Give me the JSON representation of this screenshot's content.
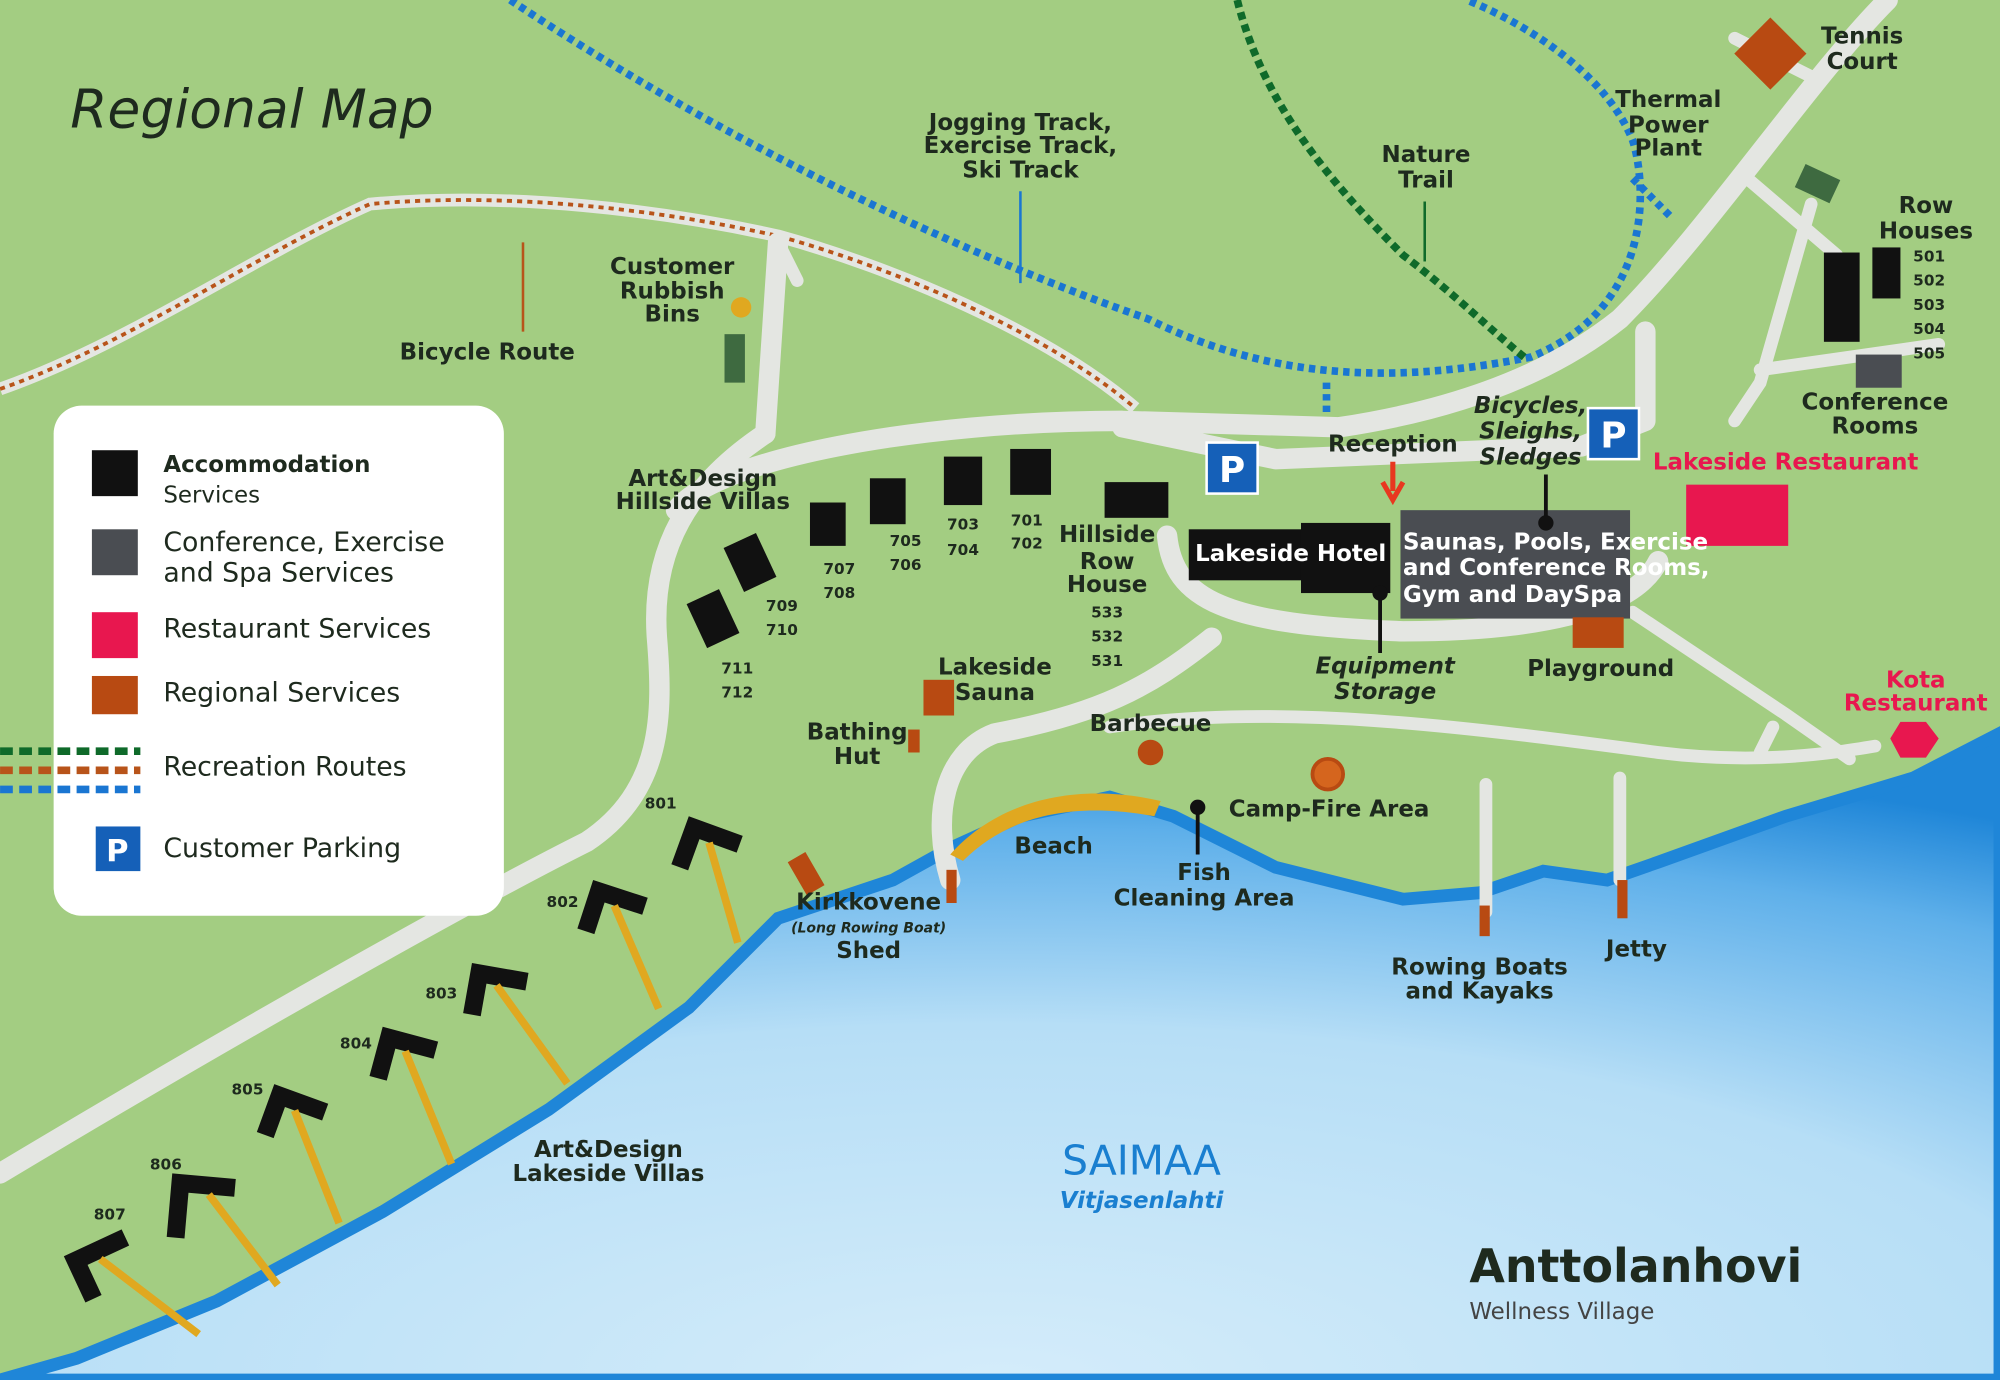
{
  "title": "Regional Map",
  "colors": {
    "grass": "#a3cd82",
    "lake": "#3c9ae0",
    "road": "#e4e6e2",
    "accommodation": "#111111",
    "conference": "#4a4d52",
    "restaurant": "#e8174f",
    "regional": "#b84a12",
    "parking": "#1560b8"
  },
  "labels": {
    "jogging": [
      "Jogging Track,",
      "Exercise Track,",
      "Ski Track"
    ],
    "nature": [
      "Nature",
      "Trail"
    ],
    "thermal": [
      "Thermal",
      "Power",
      "Plant"
    ],
    "tennis": [
      "Tennis",
      "Court"
    ],
    "row_houses": [
      "Row",
      "Houses"
    ],
    "row_numbers": [
      "501",
      "502",
      "503",
      "504",
      "505"
    ],
    "conference_rooms": [
      "Conference",
      "Rooms"
    ],
    "lakeside_restaurant": "Lakeside Restaurant",
    "rubbish": [
      "Customer",
      "Rubbish",
      "Bins"
    ],
    "bicycle_route": "Bicycle Route",
    "hillside_villas": [
      "Art&Design",
      "Hillside Villas"
    ],
    "hillside_row": [
      "Hillside",
      "Row",
      "House"
    ],
    "hillside_numbers": [
      "533",
      "532",
      "531"
    ],
    "reception": "Reception",
    "bicycles": [
      "Bicycles,",
      "Sleighs,",
      "Sledges"
    ],
    "hotel": "Lakeside Hotel",
    "saunas": [
      "Saunas, Pools, Exercise",
      "and Conference Rooms,",
      "Gym and DaySpa"
    ],
    "equipment": [
      "Equipment",
      "Storage"
    ],
    "playground": "Playground",
    "kota": [
      "Kota",
      "Restaurant"
    ],
    "sauna": [
      "Lakeside",
      "Sauna"
    ],
    "bathing": [
      "Bathing",
      "Hut"
    ],
    "barbecue": "Barbecue",
    "campfire": "Camp-Fire Area",
    "beach": "Beach",
    "fish": [
      "Fish",
      "Cleaning Area"
    ],
    "kirkkovene": [
      "Kirkkovene",
      "(Long Rowing Boat)",
      "Shed"
    ],
    "rowing": [
      "Rowing Boats",
      "and Kayaks"
    ],
    "jetty": "Jetty",
    "lakeside_villas": [
      "Art&Design",
      "Lakeside Villas"
    ],
    "lake": "SAIMAA",
    "bay": "Vitjasenlahti",
    "brand": "Anttolanhovi",
    "brand_sub": "Wellness Village",
    "parking": "P",
    "villas": {
      "v701": "701",
      "v702": "702",
      "v703": "703",
      "v704": "704",
      "v705": "705",
      "v706": "706",
      "v707": "707",
      "v708": "708",
      "v709": "709",
      "v710": "710",
      "v711": "711",
      "v712": "712"
    },
    "lake_villas": [
      "801",
      "802",
      "803",
      "804",
      "805",
      "806",
      "807"
    ]
  },
  "legend": [
    {
      "label": [
        "Accommodation",
        "Services"
      ],
      "color": "#111111"
    },
    {
      "label": [
        "Conference, Exercise",
        "and Spa Services"
      ],
      "color": "#4a4d52"
    },
    {
      "label": [
        "Restaurant Services"
      ],
      "color": "#e8174f"
    },
    {
      "label": [
        "Regional Services"
      ],
      "color": "#b84a12"
    },
    {
      "label": [
        "Recreation Routes"
      ],
      "icon": "dashed-routes-icon"
    },
    {
      "label": [
        "Customer Parking"
      ],
      "icon": "parking-icon",
      "symbol": "P"
    }
  ]
}
